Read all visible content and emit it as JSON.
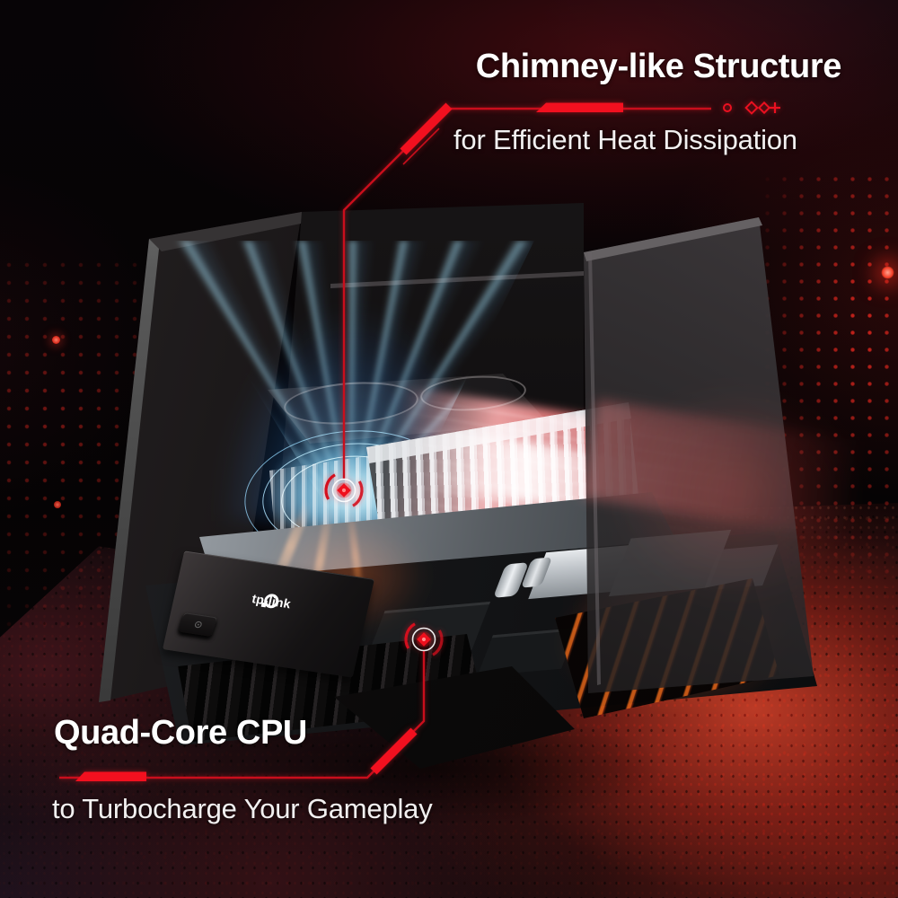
{
  "colors": {
    "accent": "#e60012",
    "line_red": "#c90e1c",
    "highlight_red": "#f2101f",
    "text": "#ffffff",
    "fan_glow_blue": "#4fc3ff",
    "heat_streak_red": "#ff5656",
    "ember_orange": "#ff6e1e",
    "ground_red": "#a2261b",
    "background": "#050304"
  },
  "callouts": {
    "top": {
      "title": "Chimney-like Structure",
      "subtitle": "for Efficient Heat Dissipation",
      "target": "cooling-fan"
    },
    "bottom": {
      "title": "Quad-Core CPU",
      "subtitle": "to Turbocharge Your Gameplay",
      "target": "cpu-chip"
    }
  },
  "decor": {
    "glyphs": [
      "circle",
      "diamond",
      "diamond",
      "plus"
    ],
    "dot_grids": [
      "left",
      "right"
    ]
  },
  "device": {
    "brand": "tp-link",
    "type": "gaming-router-exploded-view",
    "buttons": [
      {
        "icon": "led-diamond-icon"
      },
      {
        "icon": "wifi-icon"
      },
      {
        "icon": "wps-icon"
      }
    ]
  }
}
